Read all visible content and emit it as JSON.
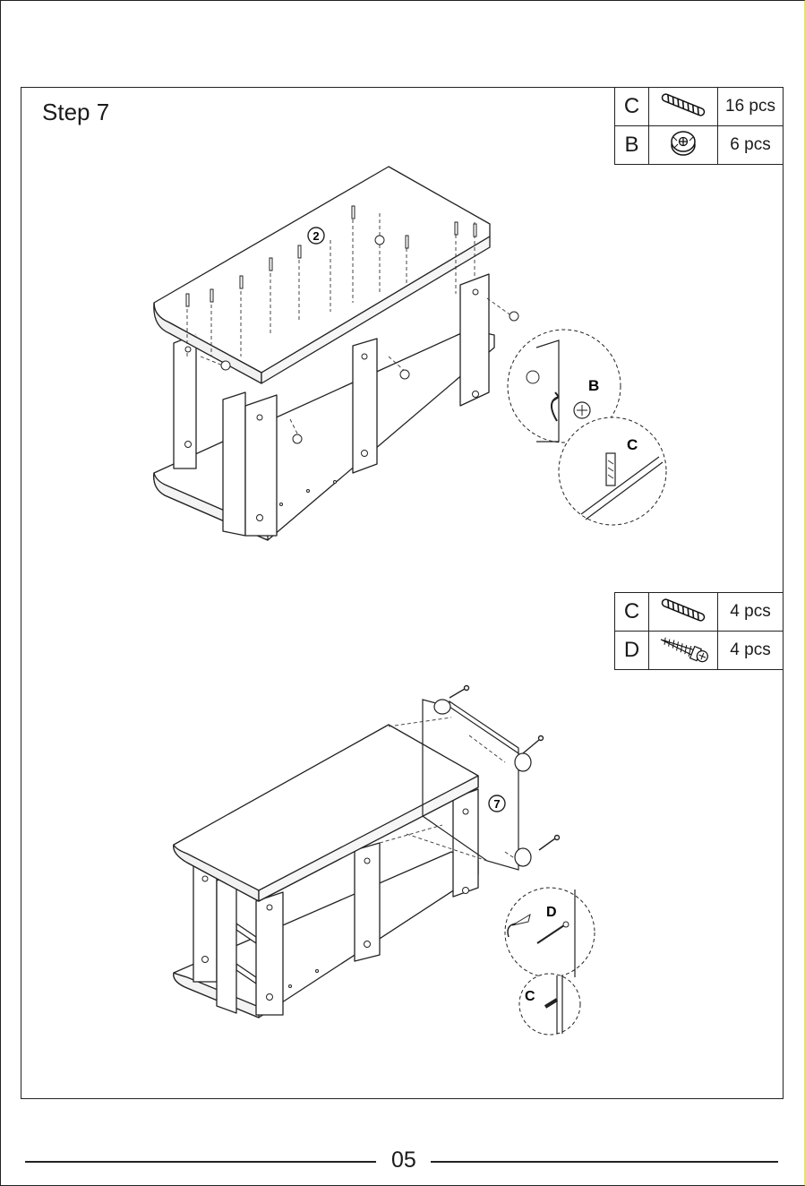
{
  "page": {
    "number": "05"
  },
  "steps": [
    {
      "title": "Step 7",
      "parts": [
        {
          "code": "C",
          "icon": "dowel-icon",
          "qty": "16 pcs"
        },
        {
          "code": "B",
          "icon": "cam-lock-icon",
          "qty": "6 pcs"
        }
      ],
      "callouts": {
        "panel_number": "2",
        "detail_b": "B",
        "detail_c": "C"
      }
    },
    {
      "title": "",
      "parts": [
        {
          "code": "C",
          "icon": "dowel-icon",
          "qty": "4 pcs"
        },
        {
          "code": "D",
          "icon": "screw-icon",
          "qty": "4 pcs"
        }
      ],
      "callouts": {
        "panel_number": "7",
        "detail_d": "D",
        "detail_c": "C"
      }
    }
  ]
}
